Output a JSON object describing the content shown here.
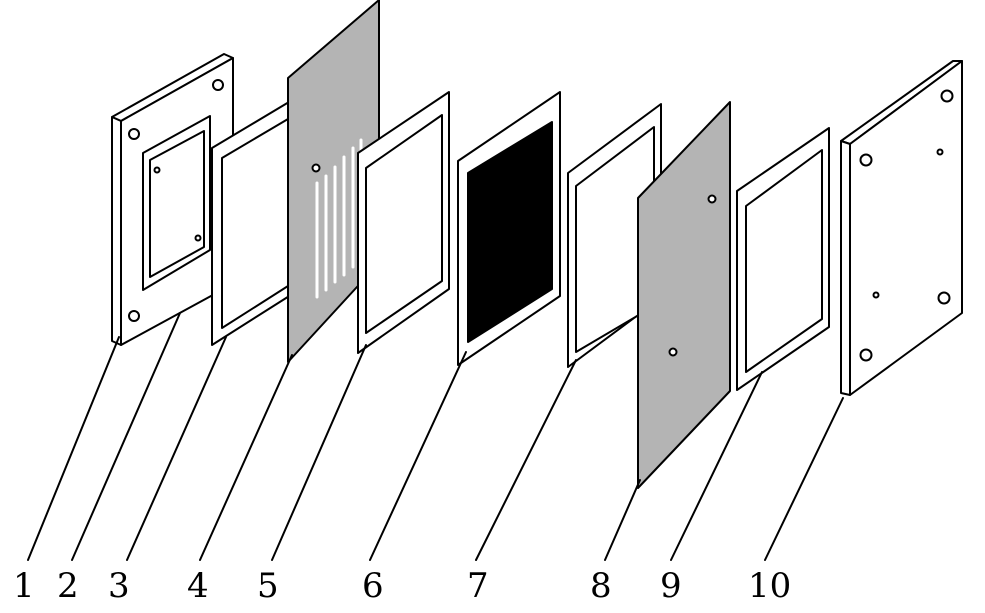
{
  "labels": [
    "1",
    "2",
    "3",
    "4",
    "5",
    "6",
    "7",
    "8",
    "9",
    "10"
  ],
  "colors": {
    "line": "#000000",
    "background": "#ffffff",
    "plate_gray": "#b4b4b4",
    "membrane_black": "#000000"
  }
}
